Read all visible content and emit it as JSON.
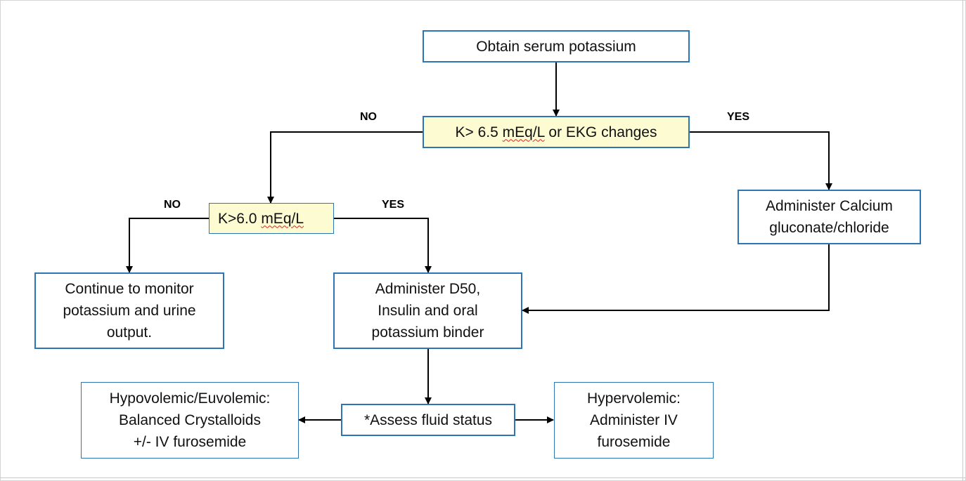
{
  "flowchart": {
    "nodes": {
      "obtain": "Obtain serum potassium",
      "decision1": {
        "prefix": "K> 6.5 ",
        "unit": "mEq/L",
        "suffix": " or EKG changes"
      },
      "calcium": {
        "line1": "Administer Calcium",
        "line2": "gluconate/chloride"
      },
      "decision2": {
        "prefix": "K>6.0 ",
        "unit": "mEq/L"
      },
      "monitor": {
        "line1": "Continue to monitor",
        "line2": "potassium and urine",
        "line3": "output."
      },
      "d50": {
        "line1": "Administer D50,",
        "line2": "Insulin and oral",
        "line3": "potassium binder"
      },
      "assess": "*Assess fluid status",
      "hypo": {
        "line1": "Hypovolemic/Euvolemic:",
        "line2": "Balanced Crystalloids",
        "line3": "+/- IV furosemide"
      },
      "hyper": {
        "line1": "Hypervolemic:",
        "line2": "Administer IV",
        "line3": "furosemide"
      }
    },
    "edge_labels": {
      "d1_no": "NO",
      "d1_yes": "YES",
      "d2_no": "NO",
      "d2_yes": "YES"
    },
    "colors": {
      "box_border": "#2e75b6",
      "decision_fill": "#fdfbd1",
      "connector": "#000000"
    }
  }
}
